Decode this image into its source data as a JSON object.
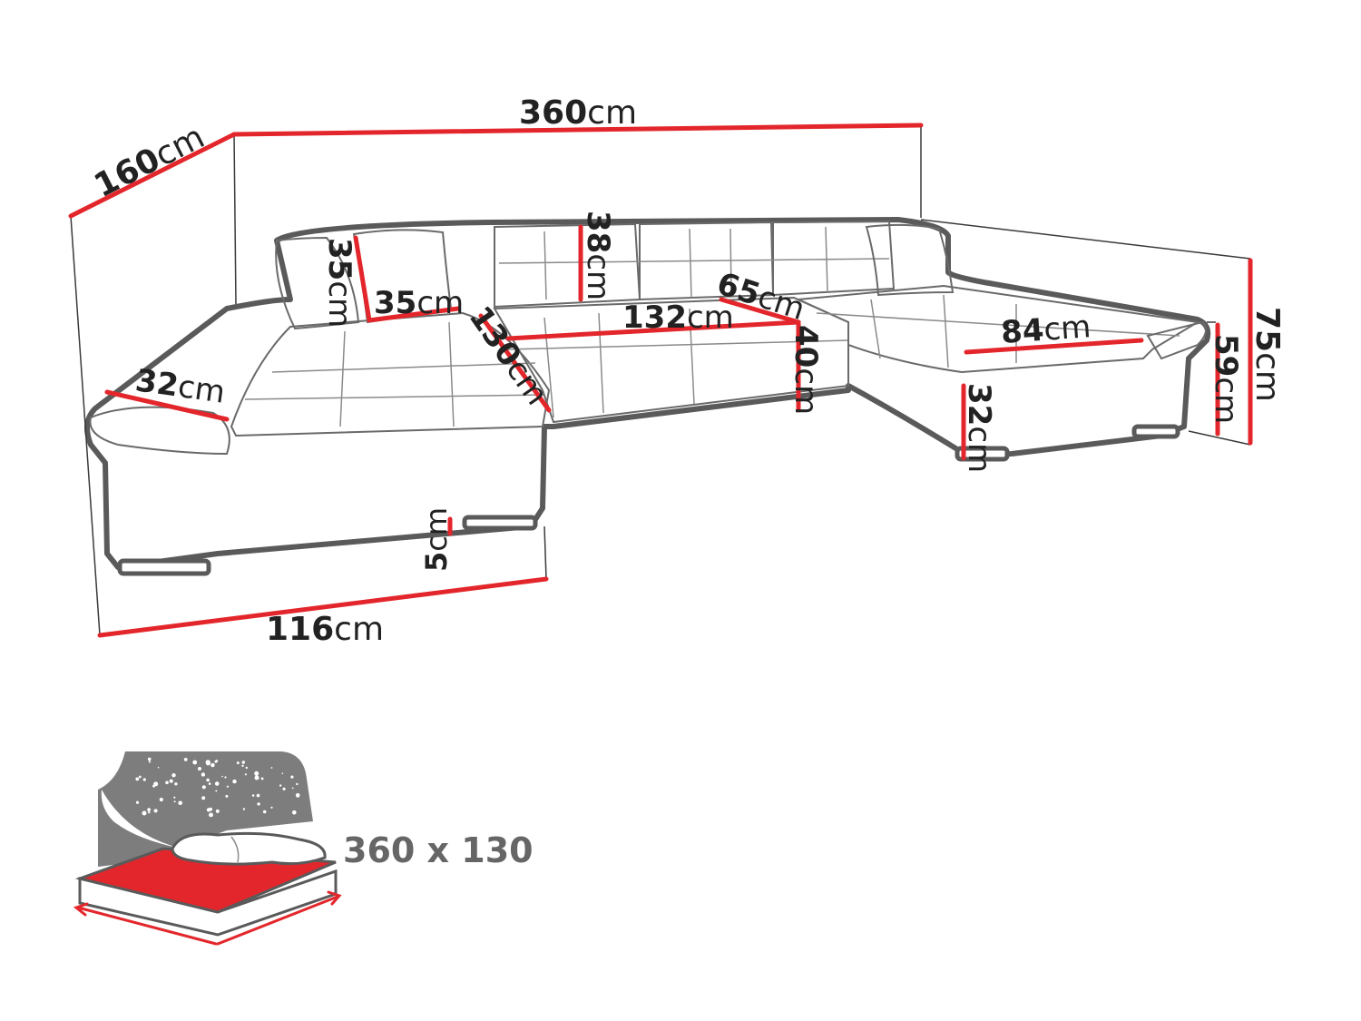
{
  "colors": {
    "dimension_line": "#e3262b",
    "outline": "#5a5a5a",
    "text": "#222222",
    "night_panel": "#7d7d7d",
    "bed_surface": "#e3262b"
  },
  "dimensions": {
    "overall_width": {
      "value": "360",
      "unit": "cm"
    },
    "overall_depth": {
      "value": "160",
      "unit": "cm"
    },
    "backrest_height": {
      "value": "38",
      "unit": "cm"
    },
    "pillow_height": {
      "value": "35",
      "unit": "cm"
    },
    "pillow_width": {
      "value": "35",
      "unit": "cm"
    },
    "middle_seat_width": {
      "value": "132",
      "unit": "cm"
    },
    "seat_depth_left": {
      "value": "130",
      "unit": "cm"
    },
    "corner_depth": {
      "value": "65",
      "unit": "cm"
    },
    "seat_height": {
      "value": "40",
      "unit": "cm"
    },
    "chaise_width": {
      "value": "84",
      "unit": "cm"
    },
    "total_height": {
      "value": "75",
      "unit": "cm"
    },
    "armrest_height": {
      "value": "59",
      "unit": "cm"
    },
    "base_height": {
      "value": "32",
      "unit": "cm"
    },
    "armrest_width": {
      "value": "32",
      "unit": "cm"
    },
    "leg_height": {
      "value": "5",
      "unit": "cm"
    },
    "chaise_length": {
      "value": "116",
      "unit": "cm"
    }
  },
  "sleeping_area": {
    "label": "360 x 130",
    "icon": "bed-night-icon"
  }
}
